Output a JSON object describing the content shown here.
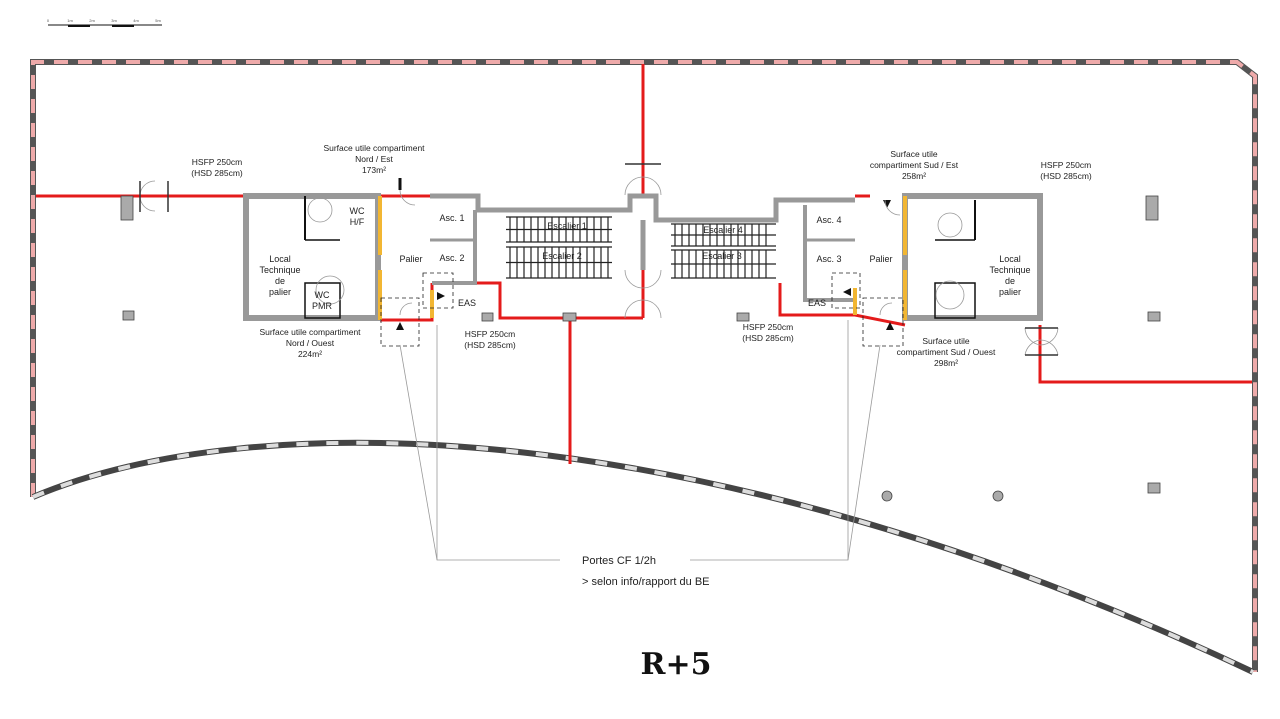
{
  "title": "R+5",
  "scale_bar": [
    "0",
    "1m",
    "2m",
    "3m",
    "4m",
    "5m"
  ],
  "colors": {
    "compartment_line": "#e41b1b",
    "fire_door": "#f2b632",
    "wall": "#9a9a9a",
    "wall_outline": "#222222"
  },
  "heights": {
    "left": {
      "line1": "HSFP 250cm",
      "line2": "(HSD 285cm)"
    },
    "center_left": {
      "line1": "HSFP 250cm",
      "line2": "(HSD 285cm)"
    },
    "center_right": {
      "line1": "HSFP 250cm",
      "line2": "(HSD 285cm)"
    },
    "right": {
      "line1": "HSFP 250cm",
      "line2": "(HSD 285cm)"
    }
  },
  "compartments": {
    "nord_est": {
      "line1": "Surface utile compartiment",
      "line2": "Nord / Est",
      "area": "173m²"
    },
    "nord_ouest": {
      "line1": "Surface utile compartiment",
      "line2": "Nord / Ouest",
      "area": "224m²"
    },
    "sud_est": {
      "line1": "Surface utile",
      "line2": "compartiment Sud / Est",
      "area": "258m²"
    },
    "sud_ouest": {
      "line1": "Surface utile",
      "line2": "compartiment Sud / Ouest",
      "area": "298m²"
    }
  },
  "rooms": {
    "local_left": [
      "Local",
      "Technique",
      "de",
      "palier"
    ],
    "local_right": [
      "Local",
      "Technique",
      "de",
      "palier"
    ],
    "wc_hf": [
      "WC",
      "H/F"
    ],
    "wc_pmr": [
      "WC",
      "PMR"
    ],
    "palier_left": "Palier",
    "palier_right": "Palier",
    "asc1": "Asc. 1",
    "asc2": "Asc. 2",
    "asc3": "Asc. 3",
    "asc4": "Asc. 4",
    "eas_left": "EAS",
    "eas_right": "EAS",
    "escalier1": "Escalier 1",
    "escalier2": "Escalier 2",
    "escalier3": "Escalier 3",
    "escalier4": "Escalier 4"
  },
  "note": {
    "line1": "Portes CF 1/2h",
    "line2": "> selon info/rapport du BE"
  }
}
